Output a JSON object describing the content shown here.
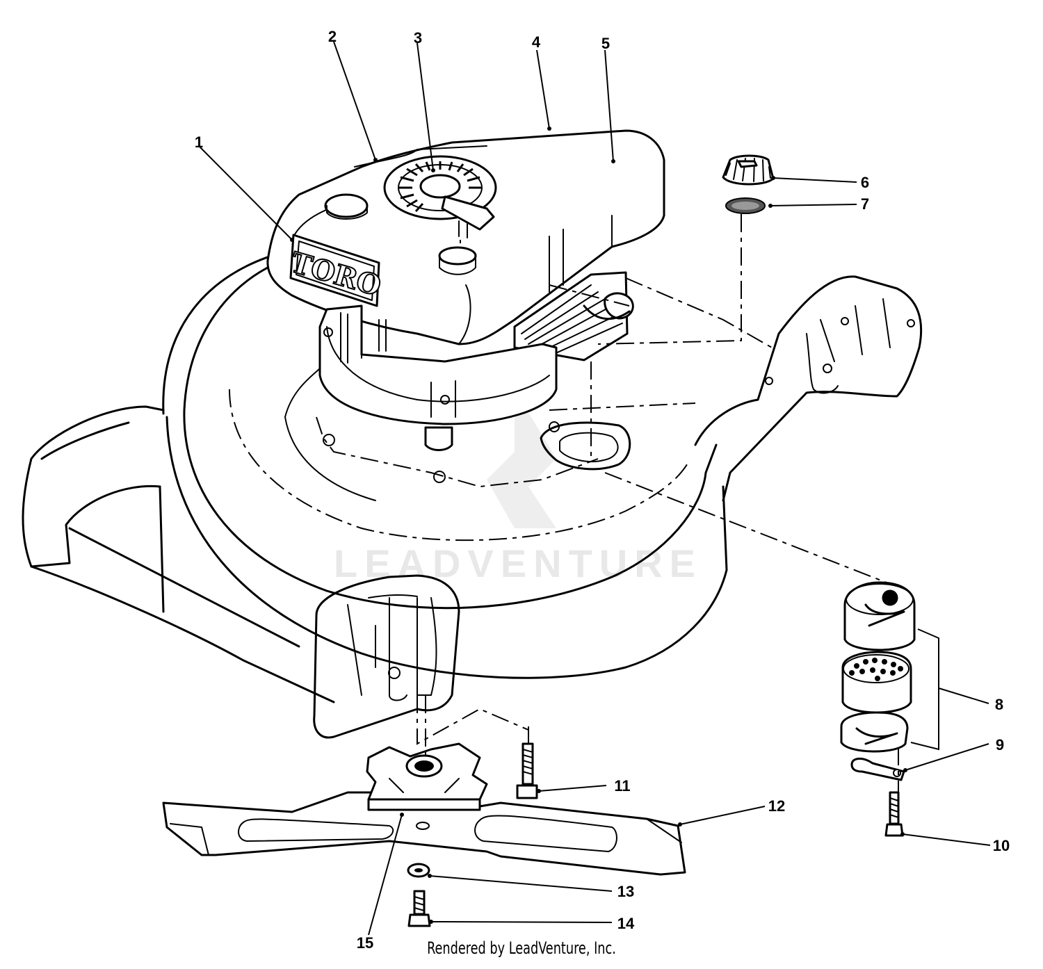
{
  "diagram": {
    "brand_label": "TORO",
    "watermark": "LEADVENTURE",
    "credit": "Rendered by LeadVenture, Inc.",
    "callouts": [
      "1",
      "2",
      "3",
      "4",
      "5",
      "6",
      "7",
      "8",
      "9",
      "10",
      "11",
      "12",
      "13",
      "14",
      "15"
    ]
  }
}
